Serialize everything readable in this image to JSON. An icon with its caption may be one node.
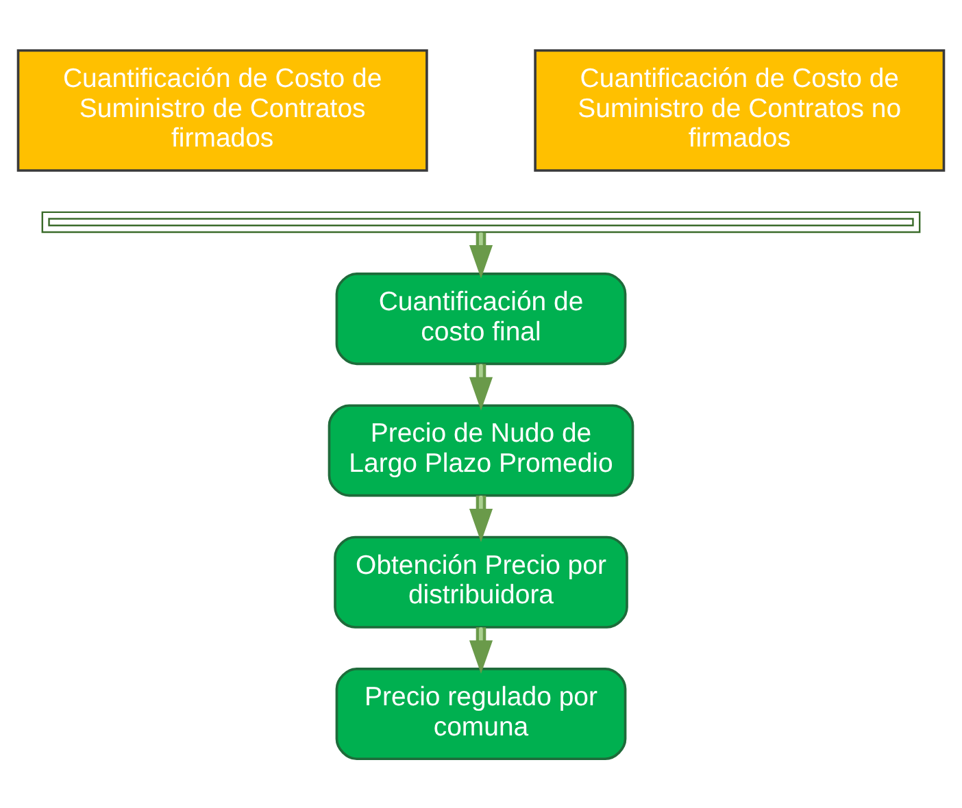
{
  "diagram": {
    "nodes": [
      {
        "text": [
          "Cuantificación de Costo de Suministro de Contratos firmados"
        ]
      },
      {
        "text": [
          "Cuantificación de Costo de Suministro de Contratos no firmados"
        ]
      },
      {
        "text": [],
        "shape": "bar"
      },
      {
        "text": [
          "Cuantificación de costo final"
        ]
      },
      {
        "text": [
          "Precio de Nudo de Largo Plazo Promedio"
        ]
      },
      {
        "text": [
          "Obtención Precio por distribuidora"
        ]
      },
      {
        "text": [
          "Precio regulado por comuna"
        ]
      }
    ],
    "edges": [
      {
        "from": 2,
        "to": 3,
        "arrow": "to"
      },
      {
        "from": 3,
        "to": 4,
        "arrow": "to"
      },
      {
        "from": 4,
        "to": 5,
        "arrow": "to"
      },
      {
        "from": 5,
        "to": 6,
        "arrow": "to"
      }
    ]
  }
}
